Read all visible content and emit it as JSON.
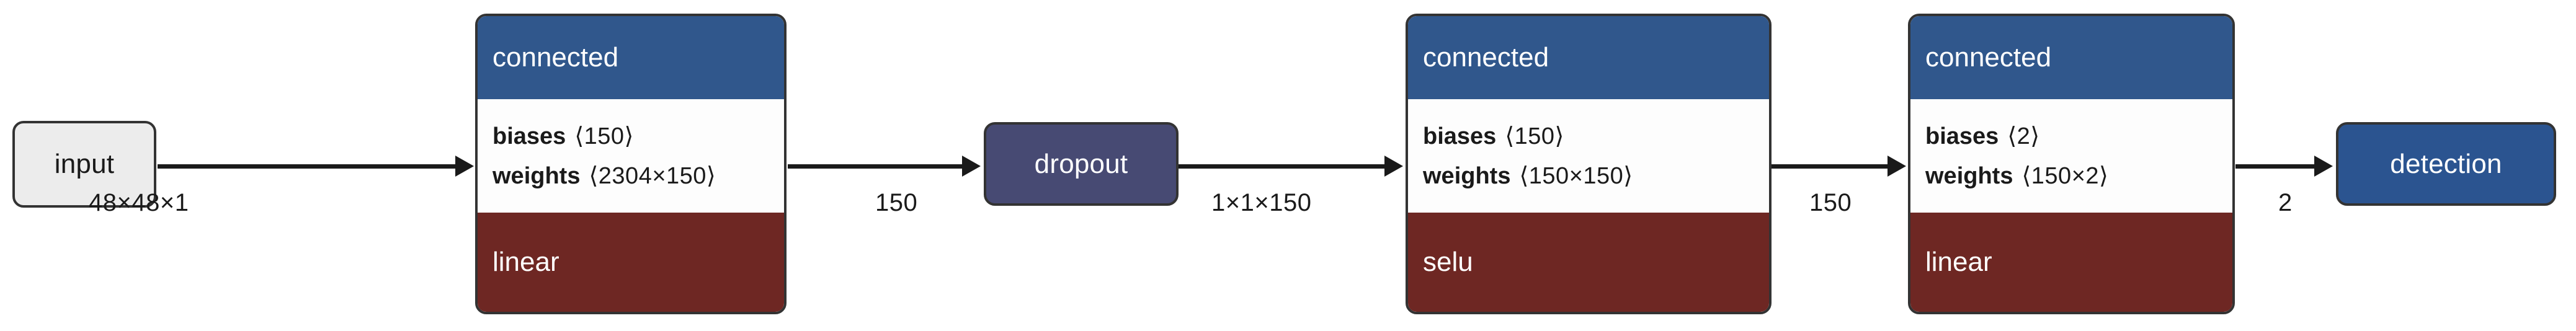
{
  "diagram": {
    "title": "neural network layer graph",
    "colors": {
      "header_blue": "#30578c",
      "footer_red": "#6e2723",
      "dropout_purple": "#474a73",
      "detection_blue": "#2b5490",
      "input_gray": "#ececec",
      "border": "#333333",
      "edge": "#1a1a1a",
      "body_white": "#fdfdfd"
    }
  },
  "nodes": {
    "input": {
      "label": "input"
    },
    "connected_1": {
      "header": "connected",
      "params": [
        {
          "key": "biases",
          "value": "⟨150⟩"
        },
        {
          "key": "weights",
          "value": "⟨2304×150⟩"
        }
      ],
      "footer": "linear"
    },
    "dropout": {
      "label": "dropout"
    },
    "connected_2": {
      "header": "connected",
      "params": [
        {
          "key": "biases",
          "value": "⟨150⟩"
        },
        {
          "key": "weights",
          "value": "⟨150×150⟩"
        }
      ],
      "footer": "selu"
    },
    "connected_3": {
      "header": "connected",
      "params": [
        {
          "key": "biases",
          "value": "⟨2⟩"
        },
        {
          "key": "weights",
          "value": "⟨150×2⟩"
        }
      ],
      "footer": "linear"
    },
    "detection": {
      "label": "detection"
    }
  },
  "edges": [
    {
      "from": "input",
      "to": "connected_1",
      "label": "48×48×1"
    },
    {
      "from": "connected_1",
      "to": "dropout",
      "label": "150"
    },
    {
      "from": "dropout",
      "to": "connected_2",
      "label": "1×1×150"
    },
    {
      "from": "connected_2",
      "to": "connected_3",
      "label": "150"
    },
    {
      "from": "connected_3",
      "to": "detection",
      "label": "2"
    }
  ]
}
